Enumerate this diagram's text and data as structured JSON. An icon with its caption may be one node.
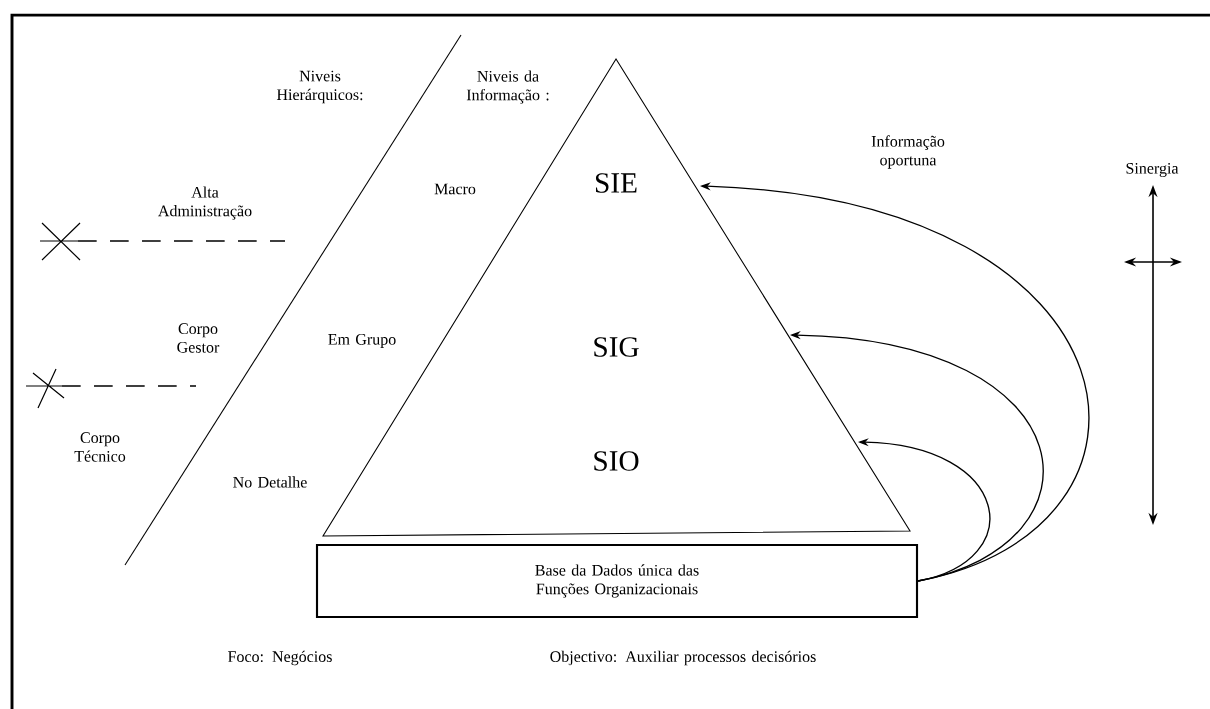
{
  "diagram": {
    "nodes": [
      {
        "text": [],
        "shape": "triangle"
      },
      {
        "text": [
          "SIE"
        ],
        "in": 0
      },
      {
        "text": [
          "SIG"
        ],
        "in": 0
      },
      {
        "text": [
          "SIO"
        ],
        "in": 0
      },
      {
        "text": [
          "Base da Dados única das Funções Organizacionais"
        ]
      }
    ],
    "edges": [
      {
        "from": 4,
        "to": 0,
        "arrow": "to"
      },
      {
        "from": 4,
        "to": 0,
        "arrow": "to"
      },
      {
        "from": 4,
        "to": 0,
        "arrow": "to"
      }
    ],
    "labels": [
      "Niveis Hierárquicos:",
      "Niveis da Informação :",
      "Informação oportuna",
      "Sinergia",
      "Alta Administração",
      "Macro",
      "Corpo Gestor",
      "Em Grupo",
      "Corpo Técnico",
      "No Detalhe",
      "Foco: Negócios",
      "Objectivo: Auxiliar processos decisórios"
    ]
  }
}
